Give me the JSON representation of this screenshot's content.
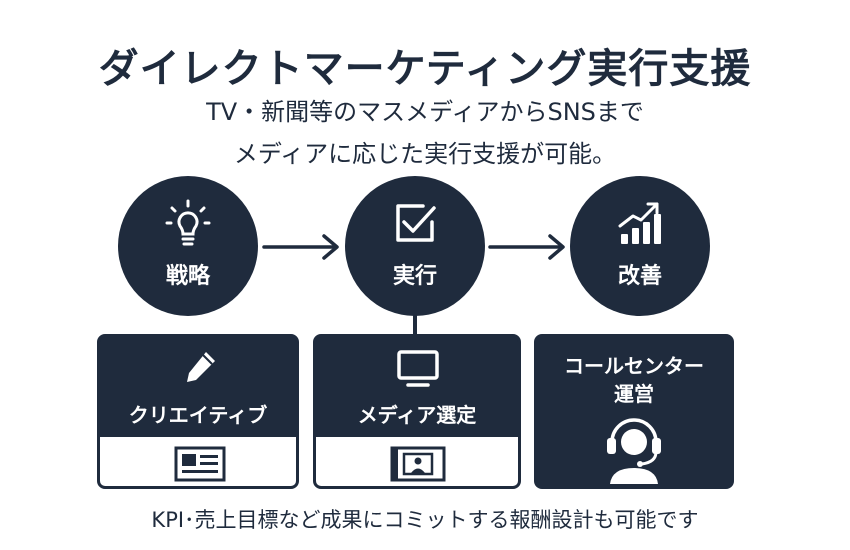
{
  "title": "ダイレクトマーケティング実行支援",
  "subtitle_line1": "TV・新聞等のマスメディアからSNSまで",
  "subtitle_line2": "メディアに応じた実行支援が可能。",
  "steps": [
    {
      "label": "戦略",
      "icon": "lightbulb-icon"
    },
    {
      "label": "実行",
      "icon": "checkbox-icon"
    },
    {
      "label": "改善",
      "icon": "growth-chart-icon"
    }
  ],
  "services": [
    {
      "label": "クリエイティブ",
      "icon": "pencil-icon",
      "sub_icon": "article-card-icon"
    },
    {
      "label": "メディア選定",
      "icon": "monitor-icon",
      "sub_icon": "video-screen-icon"
    },
    {
      "label_line1": "コールセンター",
      "label_line2": "運営",
      "icon": "operator-headset-icon"
    }
  ],
  "footer": "KPI･売上目標など成果にコミットする報酬設計も可能です",
  "colors": {
    "navy": "#1f2b3d",
    "white": "#ffffff"
  }
}
